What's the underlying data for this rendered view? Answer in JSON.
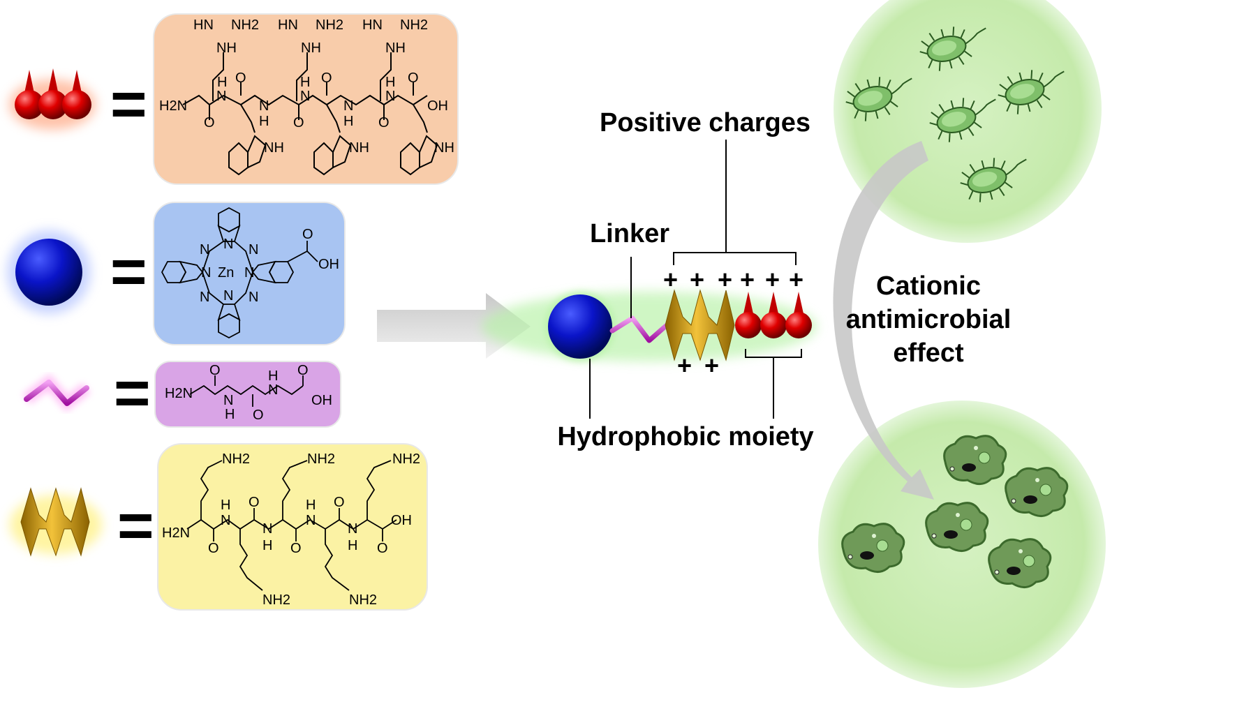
{
  "legend": {
    "equals_sign": "=",
    "tryptophan_arginine_peptide": {
      "labels": [
        "HN",
        "NH2",
        "NH",
        "H2N",
        "H",
        "N",
        "O",
        "OH",
        "NH"
      ]
    },
    "zinc_phthalocyanine": {
      "labels": [
        "N",
        "Zn",
        "O",
        "OH"
      ]
    },
    "gly_linker": {
      "labels": [
        "H2N",
        "O",
        "H",
        "N",
        "O",
        "OH"
      ]
    },
    "lysine_peptide": {
      "labels": [
        "NH2",
        "H2N",
        "H",
        "N",
        "O",
        "OH"
      ]
    }
  },
  "diagram": {
    "positive_charges_label": "Positive charges",
    "linker_label": "Linker",
    "hydrophobic_label": "Hydrophobic moiety",
    "plus_sign": "+",
    "effect_label_line1": "Cationic",
    "effect_label_line2": "antimicrobial",
    "effect_label_line3": "effect"
  },
  "colors": {
    "peach_box": "#f8ccaa",
    "blue_box": "#a8c4f2",
    "purple_box": "#d9a4e6",
    "yellow_box": "#fbf2a4",
    "sphere_blue": "#0a14c8",
    "red_bead": "#e00000",
    "gold_spike": "#e3aa1a",
    "linker_pink": "#d040d0",
    "arrow_gray": "#d0d0d0",
    "petri_green": "#c8ecb0"
  }
}
